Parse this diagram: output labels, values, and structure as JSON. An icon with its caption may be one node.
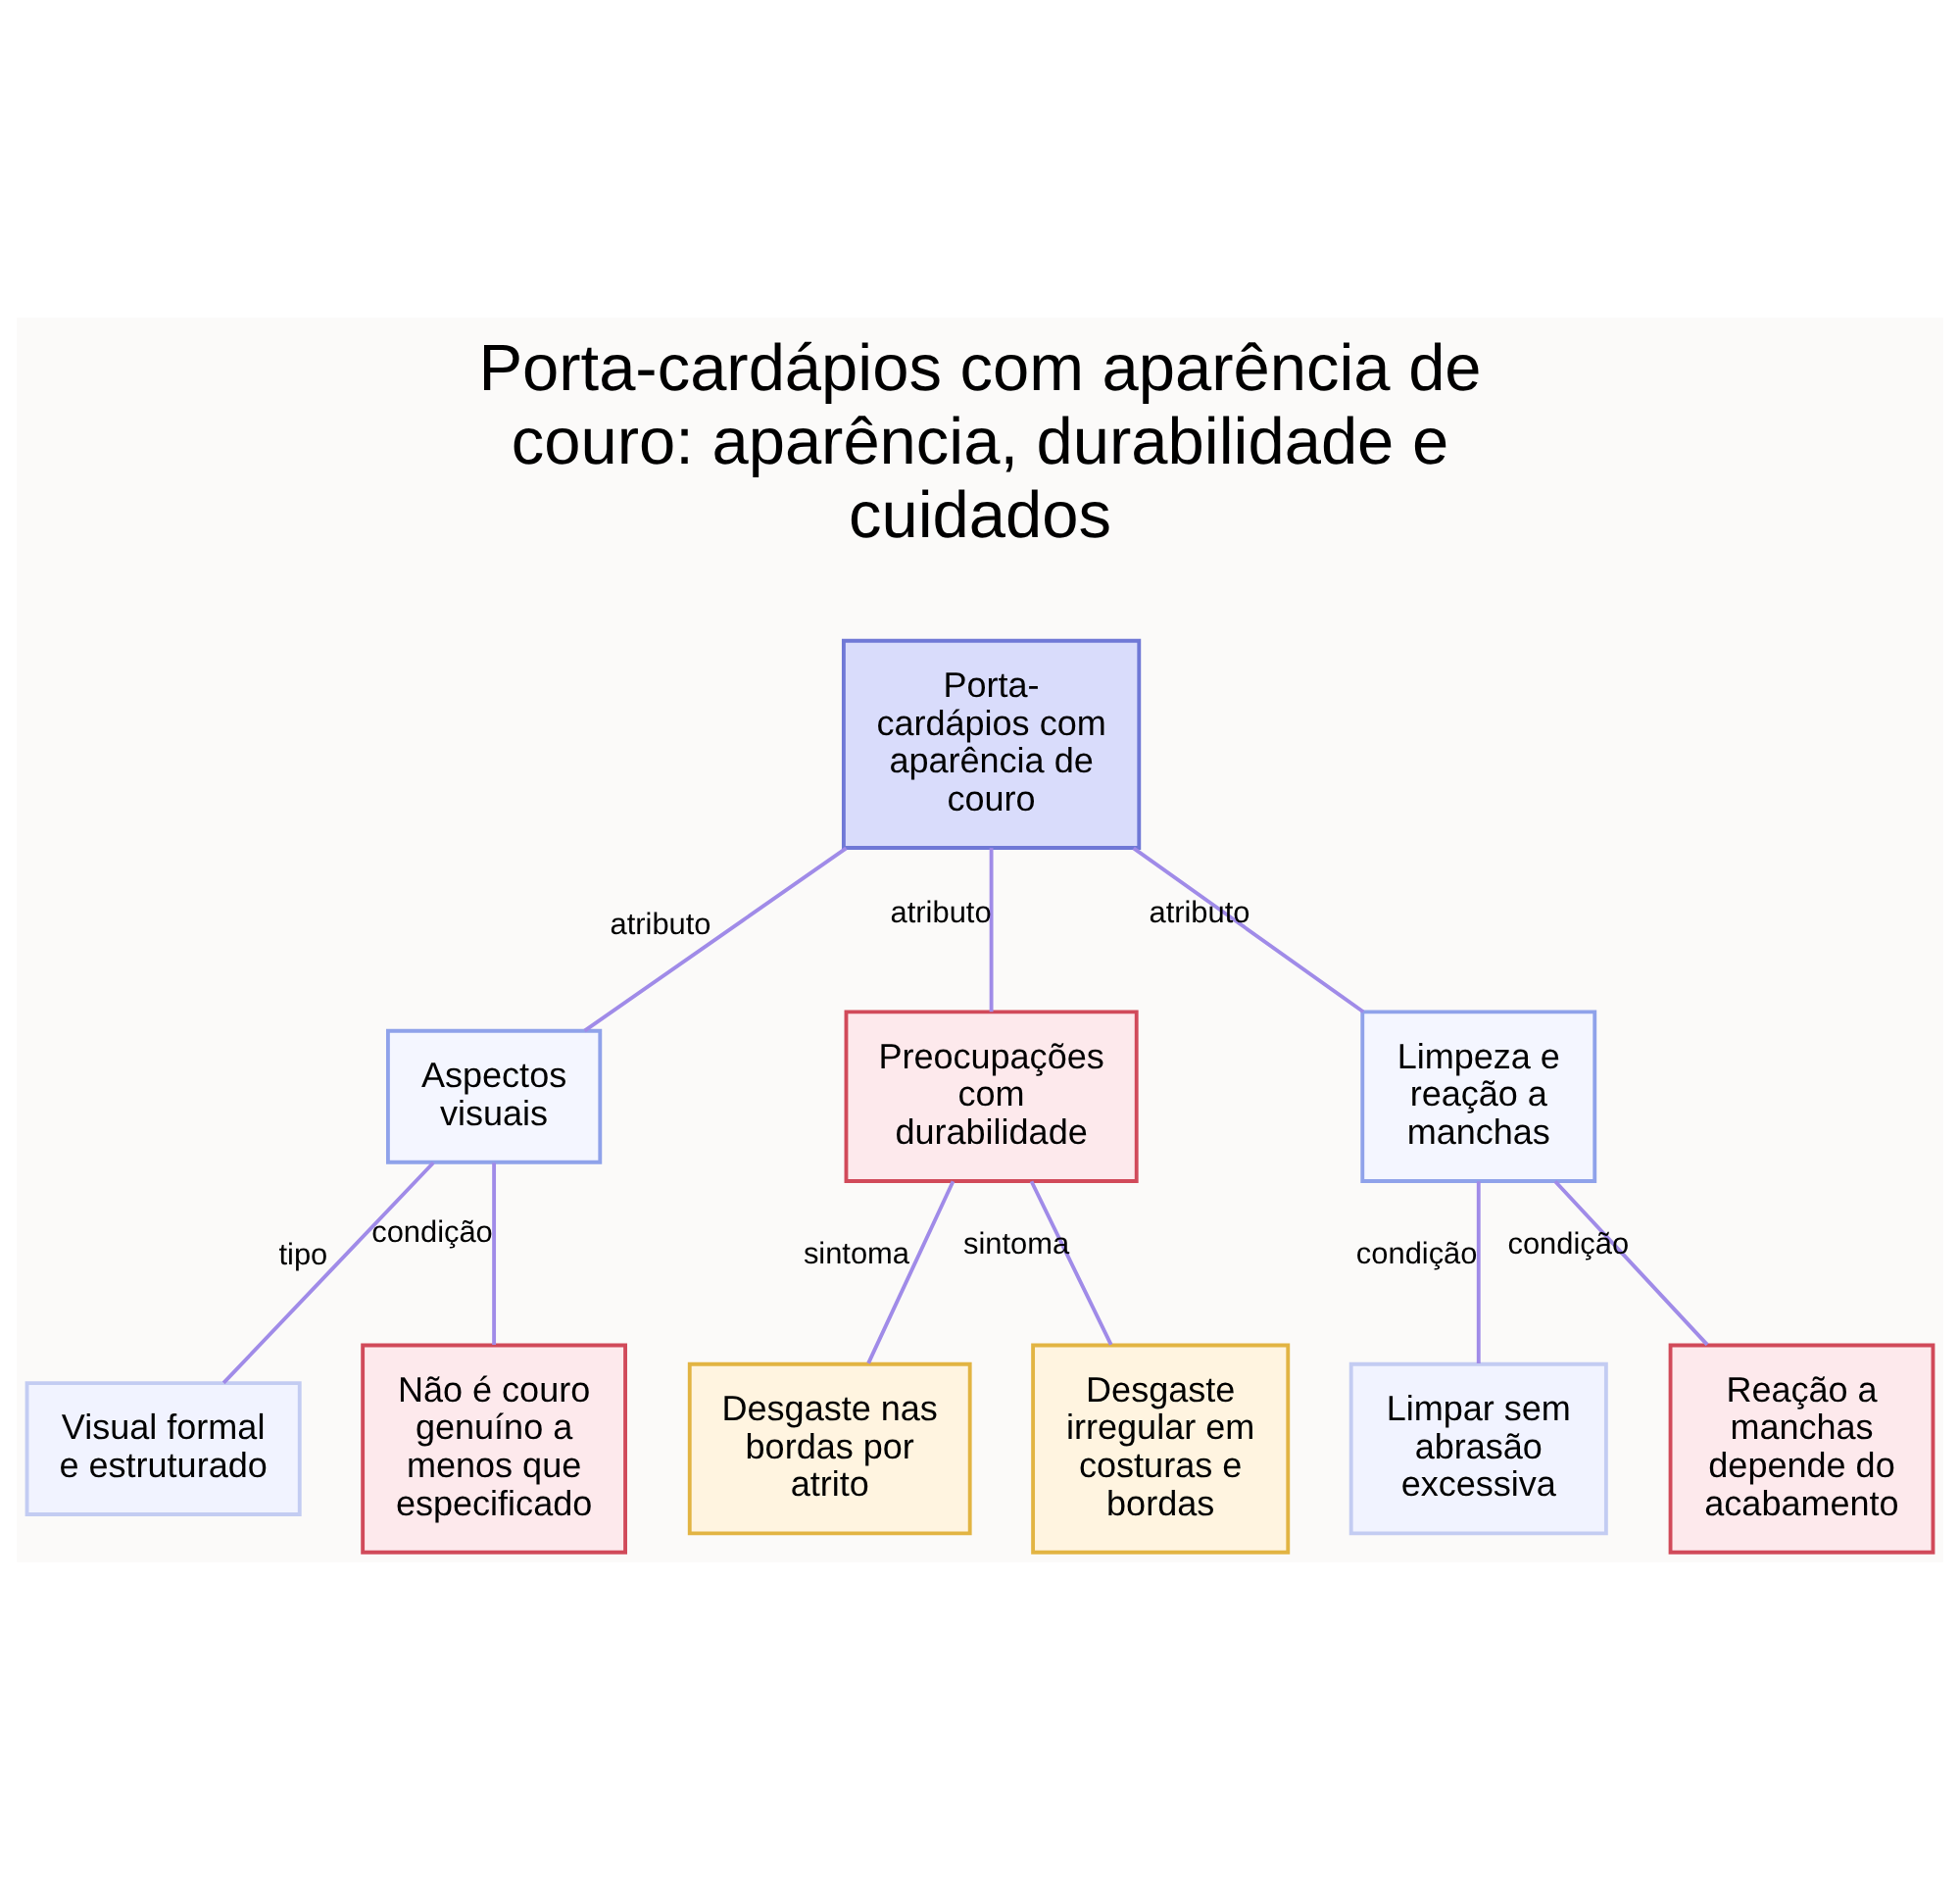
{
  "diagram": {
    "title": "Porta-cardápios com aparência de couro: aparência, durabilidade e cuidados",
    "nodes": [
      {
        "text": [
          "Porta-cardápios com aparência de couro"
        ]
      },
      {
        "text": [
          "Aspectos visuais"
        ]
      },
      {
        "text": [
          "Preocupações com durabilidade"
        ]
      },
      {
        "text": [
          "Limpeza e reação a manchas"
        ]
      },
      {
        "text": [
          "Visual formal e estruturado"
        ]
      },
      {
        "text": [
          "Não é couro genuíno a menos que especificado"
        ]
      },
      {
        "text": [
          "Desgaste nas bordas por atrito"
        ]
      },
      {
        "text": [
          "Desgaste irregular em costuras e bordas"
        ]
      },
      {
        "text": [
          "Limpar sem abrasão excessiva"
        ]
      },
      {
        "text": [
          "Reação a manchas depende do acabamento"
        ]
      }
    ],
    "edges": [
      {
        "from": 0,
        "to": 1,
        "arrow": "none",
        "label": "atributo"
      },
      {
        "from": 0,
        "to": 2,
        "arrow": "none",
        "label": "atributo"
      },
      {
        "from": 0,
        "to": 3,
        "arrow": "none",
        "label": "atributo"
      },
      {
        "from": 1,
        "to": 4,
        "arrow": "none",
        "label": "tipo"
      },
      {
        "from": 1,
        "to": 5,
        "arrow": "none",
        "label": "condição"
      },
      {
        "from": 2,
        "to": 6,
        "arrow": "none",
        "label": "sintoma"
      },
      {
        "from": 2,
        "to": 7,
        "arrow": "none",
        "label": "sintoma"
      },
      {
        "from": 3,
        "to": 8,
        "arrow": "none",
        "label": "condição"
      },
      {
        "from": 3,
        "to": 9,
        "arrow": "none",
        "label": "condição"
      }
    ]
  }
}
